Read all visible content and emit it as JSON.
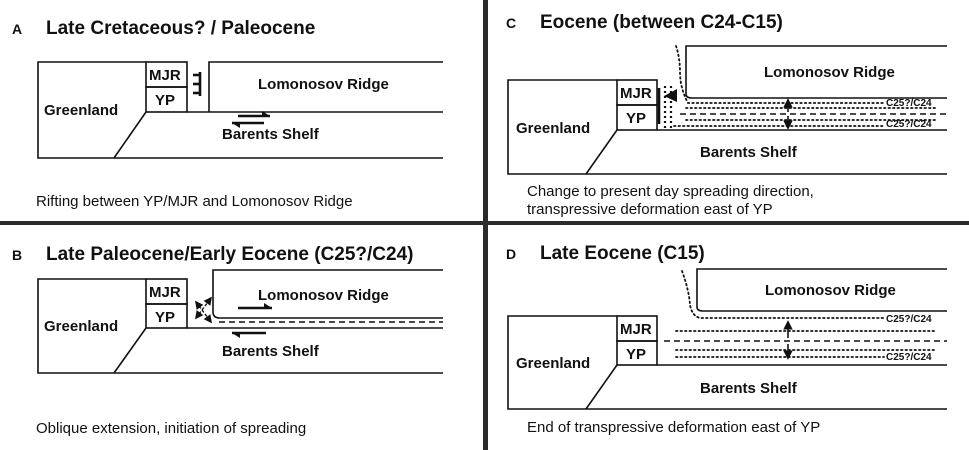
{
  "panels": {
    "a": {
      "letter": "A",
      "title": "Late Cretaceous? / Paleocene",
      "labels": {
        "greenland": "Greenland",
        "mjr": "MJR",
        "yp": "YP",
        "lomonosov": "Lomonosov Ridge",
        "barents": "Barents Shelf"
      },
      "caption": "Rifting between YP/MJR and Lomonosov Ridge"
    },
    "b": {
      "letter": "B",
      "title": "Late Paleocene/Early Eocene (C25?/C24)",
      "labels": {
        "greenland": "Greenland",
        "mjr": "MJR",
        "yp": "YP",
        "lomonosov": "Lomonosov Ridge",
        "barents": "Barents Shelf"
      },
      "caption": "Oblique extension, initiation of spreading"
    },
    "c": {
      "letter": "C",
      "title": "Eocene (between C24-C15)",
      "labels": {
        "greenland": "Greenland",
        "mjr": "MJR",
        "yp": "YP",
        "lomonosov": "Lomonosov Ridge",
        "barents": "Barents Shelf",
        "anomaly_top": "C25?/C24",
        "anomaly_bottom": "C25?/C24"
      },
      "caption_line1": "Change to present day spreading direction,",
      "caption_line2": "transpressive deformation east of YP"
    },
    "d": {
      "letter": "D",
      "title": "Late Eocene (C15)",
      "labels": {
        "greenland": "Greenland",
        "mjr": "MJR",
        "yp": "YP",
        "lomonosov": "Lomonosov Ridge",
        "barents": "Barents Shelf",
        "anomaly_top": "C25?/C24",
        "anomaly_bottom": "C25?/C24"
      },
      "caption": "End of transpressive deformation east of YP"
    }
  }
}
